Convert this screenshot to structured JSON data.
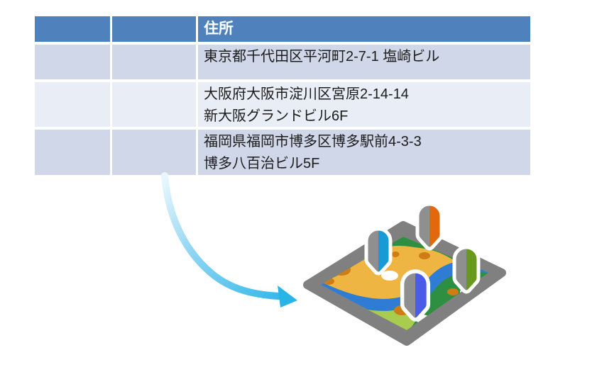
{
  "table": {
    "columns": [
      {
        "label": ""
      },
      {
        "label": ""
      },
      {
        "label": "住所"
      }
    ],
    "rows": [
      {
        "address_lines": [
          "東京都千代田区平河町2-7-1 塩崎ビル"
        ]
      },
      {
        "address_lines": [
          "大阪府大阪市淀川区宮原2-14-14",
          "新大阪グランドビル6F"
        ]
      },
      {
        "address_lines": [
          "福岡県福岡市博多区博多駅前4-3-3",
          "博多八百治ビル5F"
        ]
      }
    ]
  },
  "illustration": {
    "arrow_icon": "curved-arrow-icon",
    "map_icon": "isometric-map-icon",
    "pin_icons": [
      "map-pin-cyan-icon",
      "map-pin-orange-icon",
      "map-pin-olive-icon",
      "map-pin-indigo-icon"
    ]
  },
  "colors": {
    "header_bg": "#4f81bd",
    "band_dark": "#d0d7e8",
    "band_light": "#e9edf5",
    "table_text": "#1c1c1c",
    "arrow_blue": "#29b4e8",
    "arrow_blue_faint": "#eaf7fd",
    "map_frame": "#808080",
    "terrain_yellow": "#efb542",
    "terrain_green": "#2e8f43",
    "terrain_light_green": "#a8cc4e",
    "river_blue": "#2e7cd4",
    "dot_orange": "#ce7d15",
    "pin_gray": "#8f8f8f",
    "pin_cyan": "#189ad6",
    "pin_orange": "#e2680e",
    "pin_olive": "#68991c",
    "pin_indigo": "#4a5bea"
  }
}
